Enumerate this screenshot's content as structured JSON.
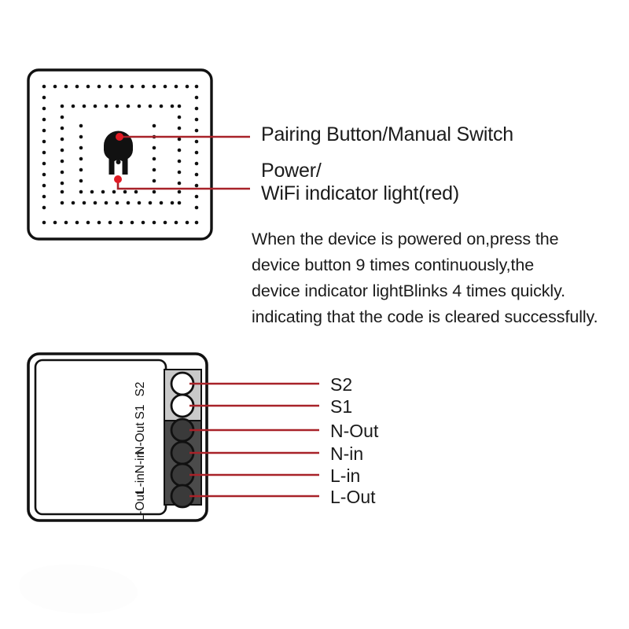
{
  "page": {
    "background": "#ffffff",
    "accent_red": "#a82229",
    "ink": "#1b1b1b"
  },
  "wall_panel": {
    "name": "wall-switch-panel",
    "button_icon": "pairing-button-icon",
    "indicator_dot_color": "#e01b24",
    "callouts": [
      {
        "id": "pairing",
        "label": "Pairing Button/Manual Switch"
      },
      {
        "id": "power",
        "label_line1": "Power/",
        "label_line2": "WiFi indicator light(red)"
      }
    ]
  },
  "instructions": {
    "lines": [
      "When the device is powered on,press the",
      "device button 9 times continuously,the",
      "device indicator lightBlinks 4 times quickly.",
      "indicating that the code is cleared successfully."
    ]
  },
  "module": {
    "name": "smart-switch-module",
    "terminal_block": {
      "upper_fill": "#c9c9c9",
      "lower_fill": "#4b4b4b"
    },
    "silk_labels": [
      "L-Out",
      "L-in",
      "N-in",
      "N-Out",
      "S1",
      "S2"
    ],
    "callouts": [
      {
        "id": "s2",
        "label": "S2"
      },
      {
        "id": "s1",
        "label": "S1"
      },
      {
        "id": "n-out",
        "label": "N-Out"
      },
      {
        "id": "n-in",
        "label": "N-in"
      },
      {
        "id": "l-in",
        "label": "L-in"
      },
      {
        "id": "l-out",
        "label": "L-Out"
      }
    ]
  }
}
